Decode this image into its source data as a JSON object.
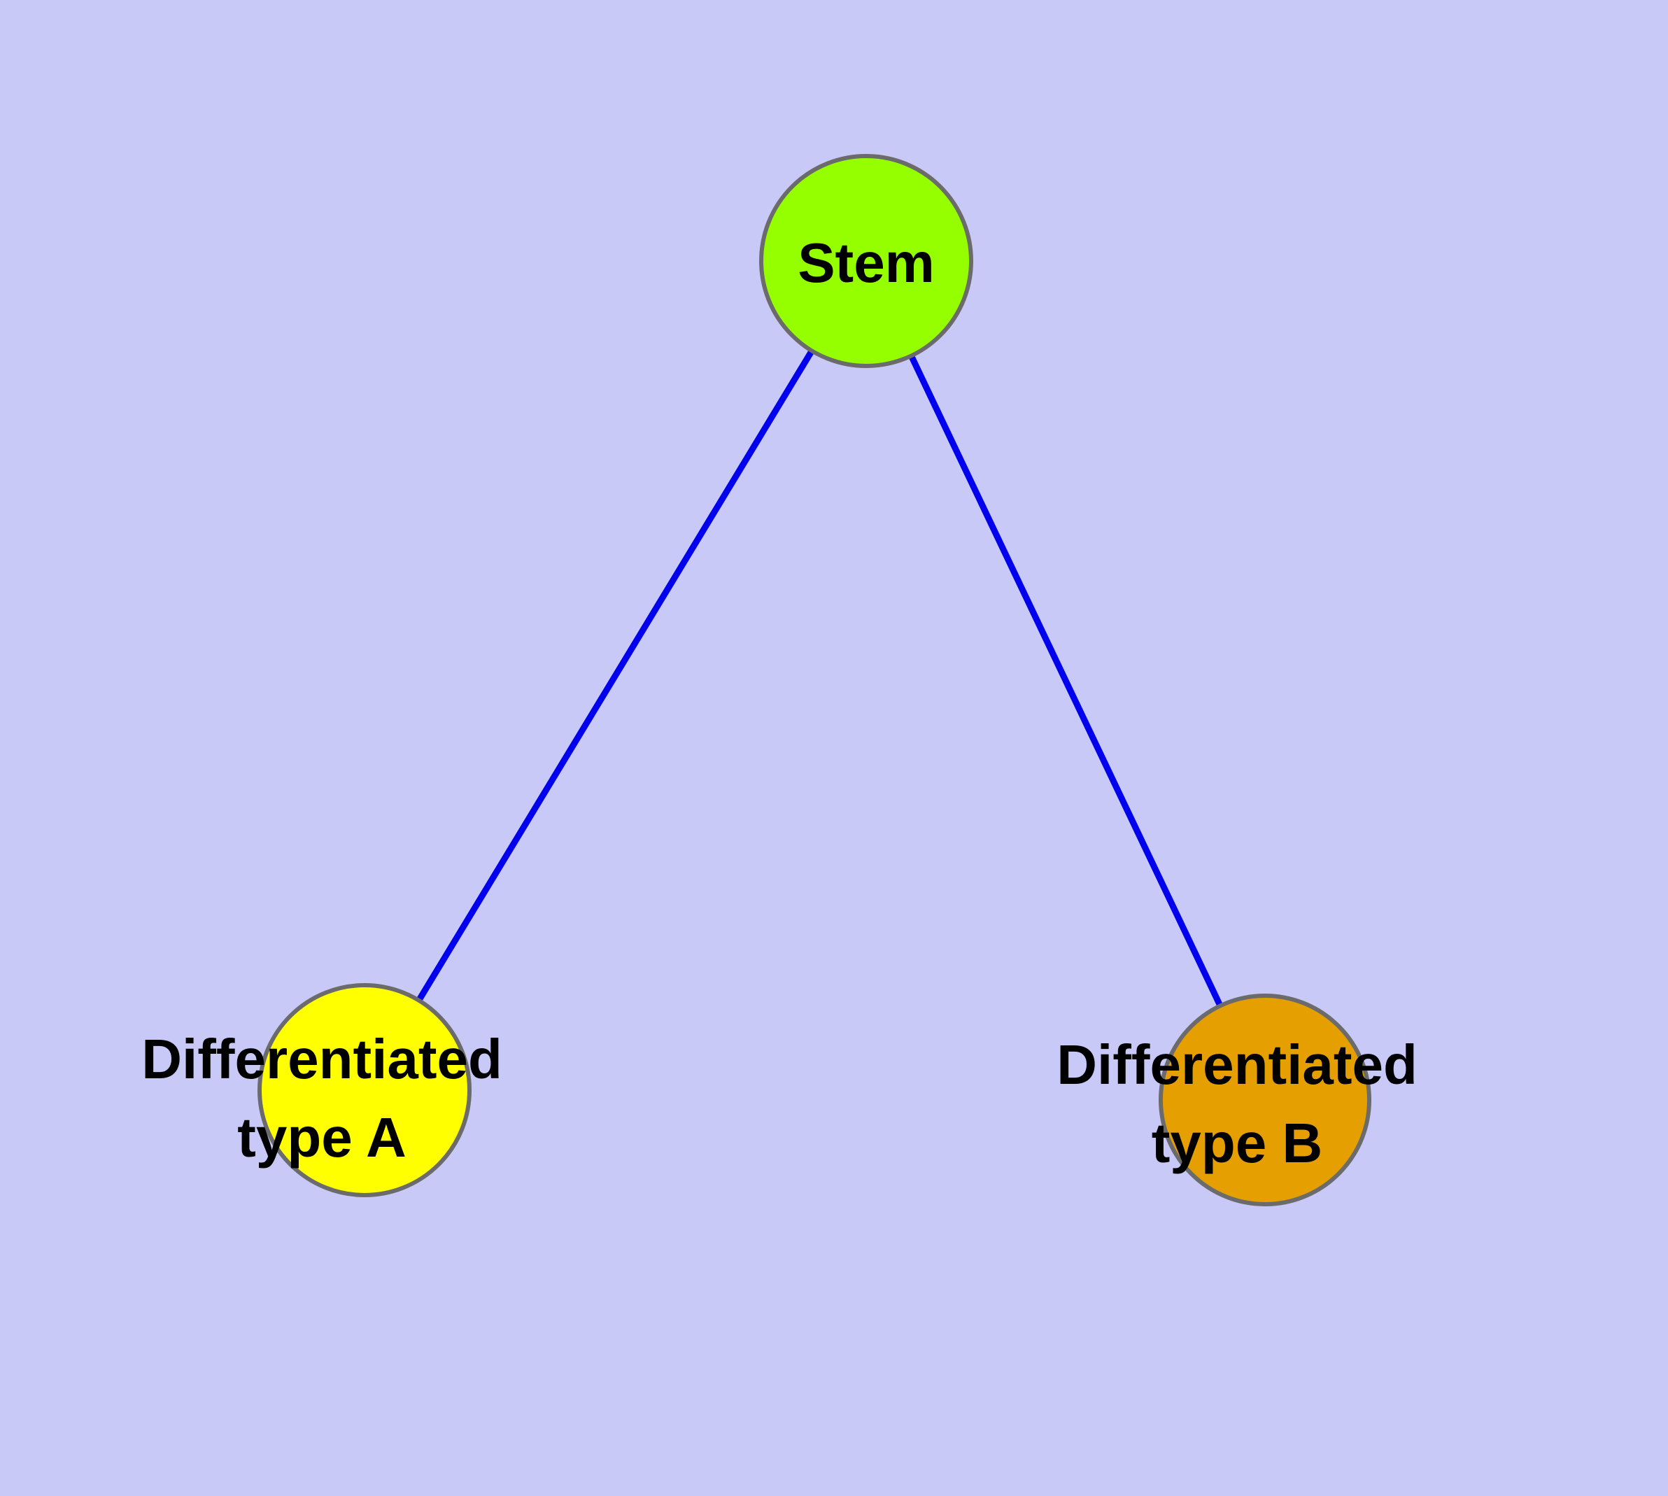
{
  "diagram": {
    "background_color": "#C9C9F8",
    "edge_color": "#0000EE",
    "node_border_color": "#6B6B6B",
    "label_text_color": "#000000",
    "nodes": {
      "stem": {
        "label": "Stem",
        "color": "#95FF00"
      },
      "type_a": {
        "label": "Differentiated\ntype A",
        "color": "#FFFF00"
      },
      "type_b": {
        "label": "Differentiated\ntype B",
        "color": "#E69F00"
      }
    },
    "edges": [
      {
        "from": "Stem",
        "to": "Differentiated type A"
      },
      {
        "from": "Stem",
        "to": "Differentiated type B"
      }
    ]
  }
}
